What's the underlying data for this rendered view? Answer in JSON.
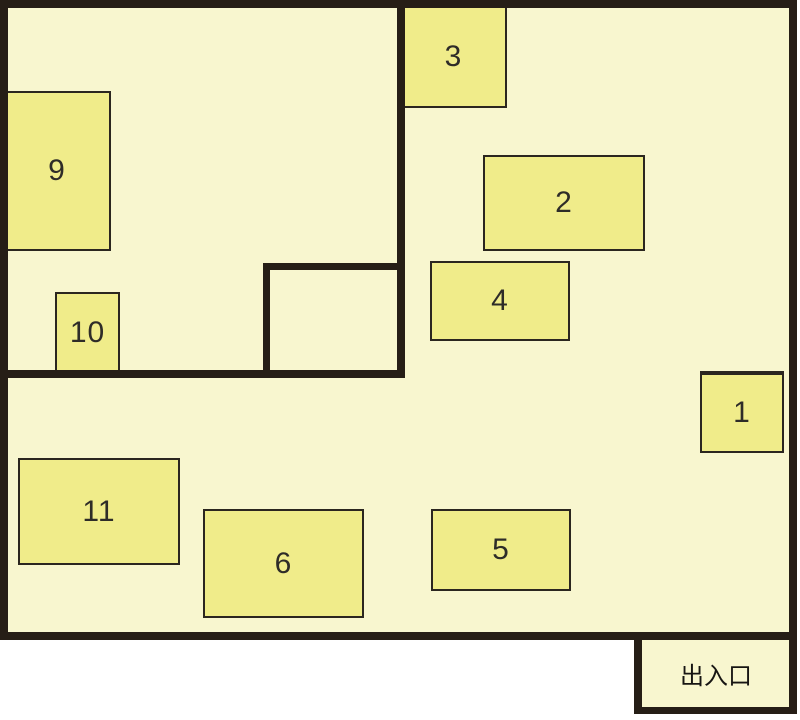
{
  "colors": {
    "floor_fill": "#f8f6cf",
    "box_fill": "#f0ec8a",
    "wall": "#261e16",
    "box_border": "#2b261f",
    "label_text": "#2e2c28",
    "outside": "#ffffff"
  },
  "boxes": [
    {
      "id": "1",
      "label": "1"
    },
    {
      "id": "2",
      "label": "2"
    },
    {
      "id": "3",
      "label": "3"
    },
    {
      "id": "4",
      "label": "4"
    },
    {
      "id": "5",
      "label": "5"
    },
    {
      "id": "6",
      "label": "6"
    },
    {
      "id": "9",
      "label": "9"
    },
    {
      "id": "10",
      "label": "10"
    },
    {
      "id": "11",
      "label": "11"
    }
  ],
  "entrance": {
    "label": "出入口"
  }
}
